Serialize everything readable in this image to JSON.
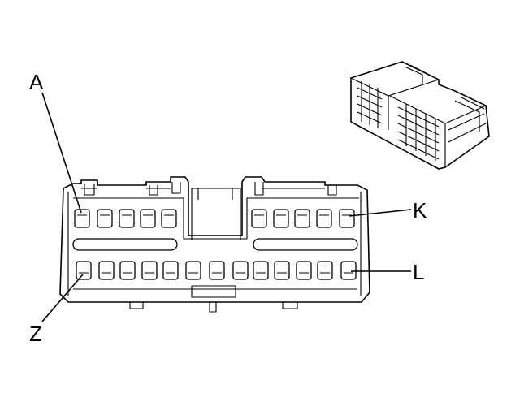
{
  "diagram": {
    "labels": {
      "a": "A",
      "k": "K",
      "z": "Z",
      "l": "L"
    }
  }
}
